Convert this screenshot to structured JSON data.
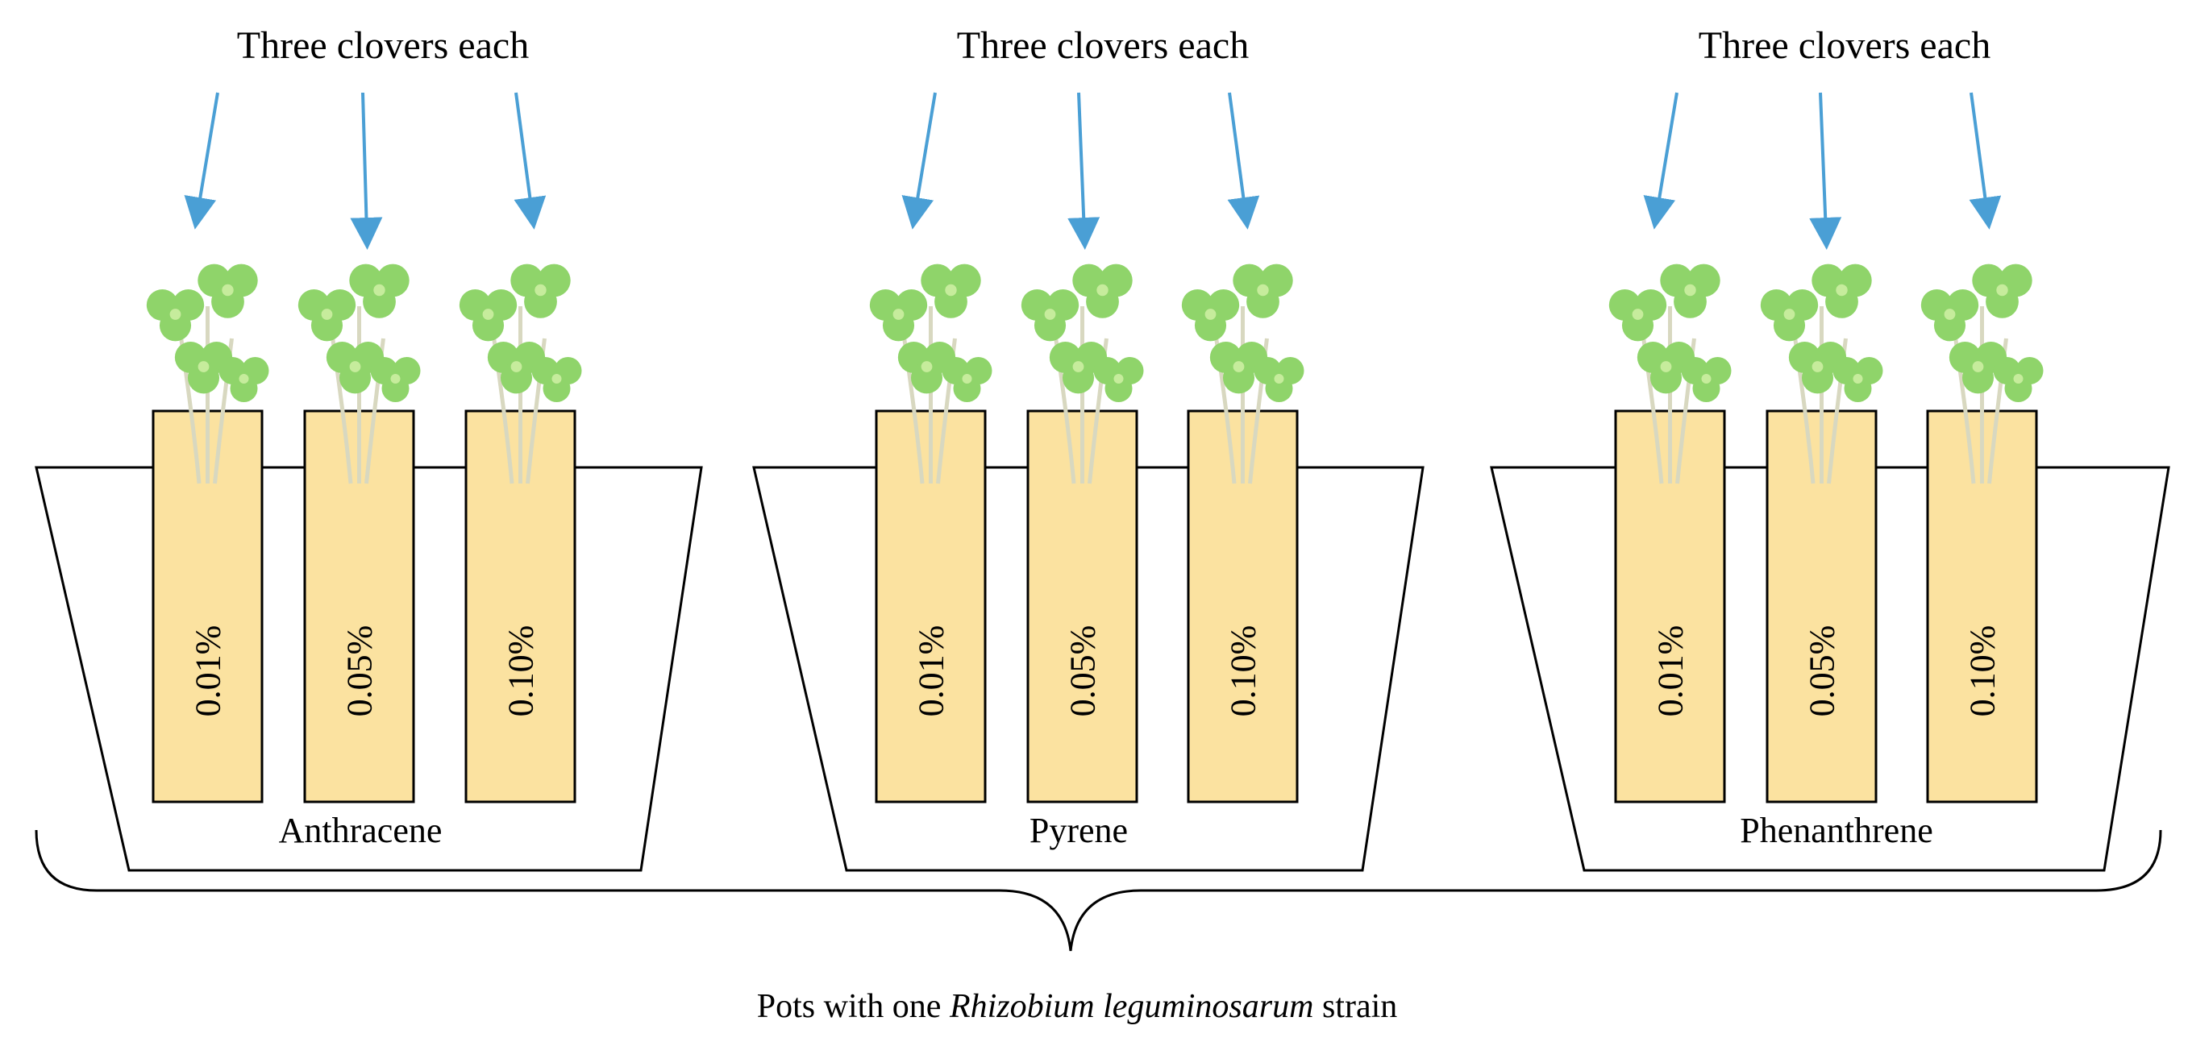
{
  "groups": [
    {
      "title": "Three clovers each",
      "pot_label": "Anthracene",
      "tubes": [
        "0.01%",
        "0.05%",
        "0.10%"
      ]
    },
    {
      "title": "Three clovers each",
      "pot_label": "Pyrene",
      "tubes": [
        "0.01%",
        "0.05%",
        "0.10%"
      ]
    },
    {
      "title": "Three clovers each",
      "pot_label": "Phenanthrene",
      "tubes": [
        "0.01%",
        "0.05%",
        "0.10%"
      ]
    }
  ],
  "caption": {
    "prefix": "Pots with one ",
    "species": "Rhizobium leguminosarum",
    "suffix": " strain"
  },
  "colors": {
    "arrow": "#4a9fd5",
    "tube_fill": "#fbe2a0",
    "leaf": "#8fd46a",
    "leaf_light": "#c6ec9c",
    "stem": "#d8d8c0",
    "outline": "#000000"
  },
  "icons": {
    "plant": "clover-icon",
    "arrow": "down-arrow-icon"
  }
}
